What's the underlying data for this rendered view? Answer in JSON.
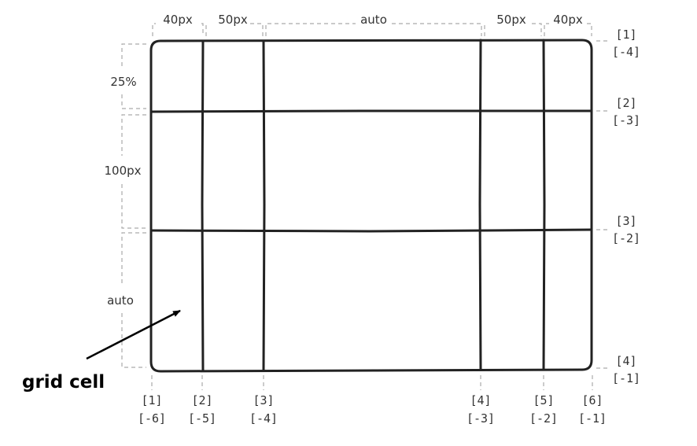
{
  "columns": {
    "sizes": [
      "40px",
      "50px",
      "auto",
      "50px",
      "40px"
    ],
    "line_labels": [
      {
        "positive": "[1]",
        "negative": "[-6]"
      },
      {
        "positive": "[2]",
        "negative": "[-5]"
      },
      {
        "positive": "[3]",
        "negative": "[-4]"
      },
      {
        "positive": "[4]",
        "negative": "[-3]"
      },
      {
        "positive": "[5]",
        "negative": "[-2]"
      },
      {
        "positive": "[6]",
        "negative": "[-1]"
      }
    ]
  },
  "rows": {
    "sizes": [
      "25%",
      "100px",
      "auto"
    ],
    "line_labels": [
      {
        "positive": "[1]",
        "negative": "[-4]"
      },
      {
        "positive": "[2]",
        "negative": "[-3]"
      },
      {
        "positive": "[3]",
        "negative": "[-2]"
      },
      {
        "positive": "[4]",
        "negative": "[-1]"
      }
    ]
  },
  "callout": {
    "label": "grid cell"
  },
  "colors": {
    "line": "#222222",
    "dash": "#aaaaaa",
    "text": "#333333"
  }
}
